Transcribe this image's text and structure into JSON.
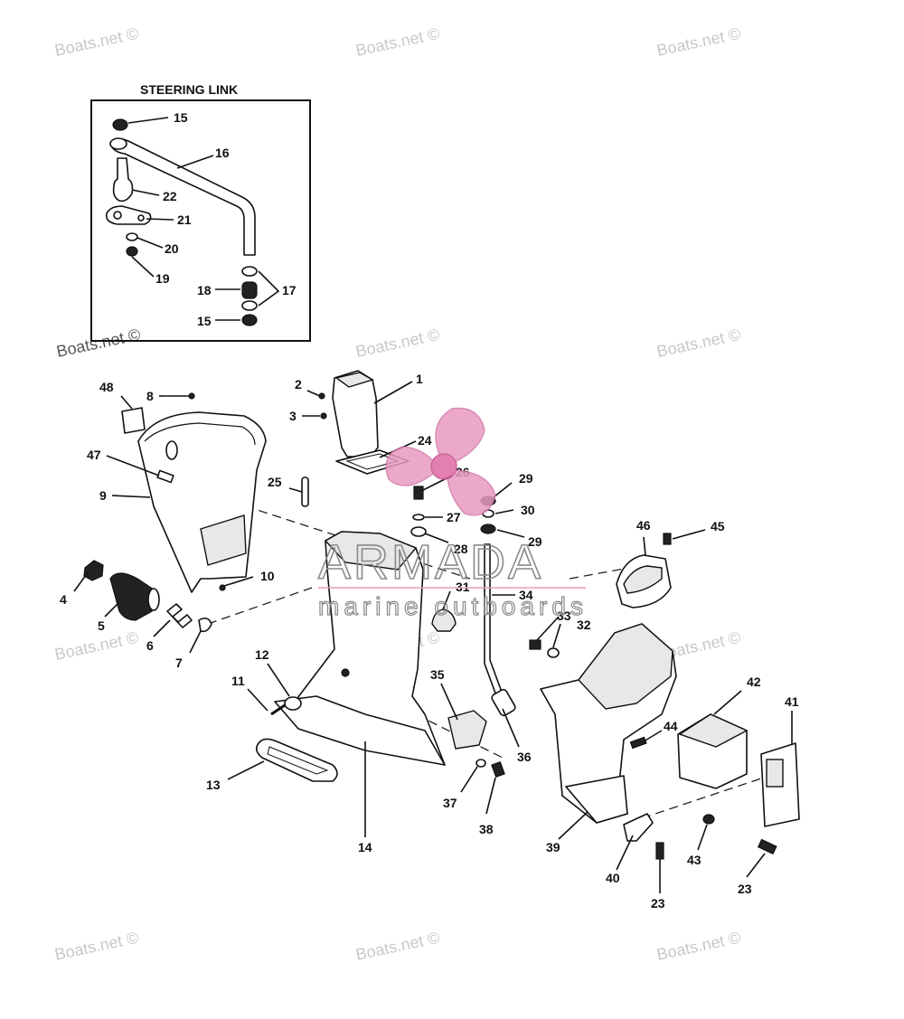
{
  "inset": {
    "title": "STEERING LINK"
  },
  "callouts": {
    "c1": "1",
    "c2": "2",
    "c3": "3",
    "c4": "4",
    "c5": "5",
    "c6": "6",
    "c7": "7",
    "c8": "8",
    "c9": "9",
    "c10": "10",
    "c11": "11",
    "c12": "12",
    "c13": "13",
    "c14": "14",
    "c15a": "15",
    "c15b": "15",
    "c16": "16",
    "c17": "17",
    "c18": "18",
    "c19": "19",
    "c20": "20",
    "c21": "21",
    "c22": "22",
    "c23a": "23",
    "c23b": "23",
    "c24": "24",
    "c25": "25",
    "c26": "26",
    "c27": "27",
    "c28": "28",
    "c29a": "29",
    "c29b": "29",
    "c30": "30",
    "c31": "31",
    "c32": "32",
    "c33": "33",
    "c34": "34",
    "c35": "35",
    "c36": "36",
    "c37": "37",
    "c38": "38",
    "c39": "39",
    "c40": "40",
    "c41": "41",
    "c42": "42",
    "c43": "43",
    "c44": "44",
    "c45": "45",
    "c46": "46",
    "c47": "47",
    "c48": "48"
  },
  "watermarks": {
    "text": "Boats.net ©"
  },
  "brand": {
    "name": "ARMADA",
    "tagline": "marine outboards",
    "color": "#e89ac0"
  }
}
